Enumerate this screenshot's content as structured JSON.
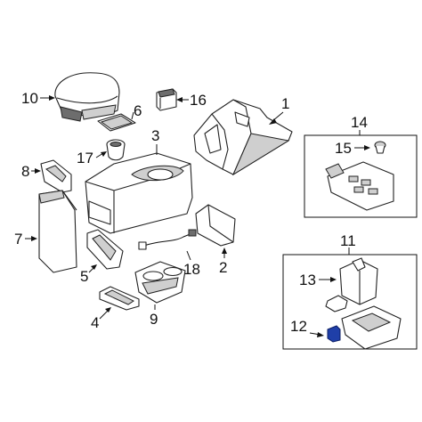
{
  "callouts": {
    "c1": "1",
    "c2": "2",
    "c3": "3",
    "c4": "4",
    "c5": "5",
    "c6": "6",
    "c7": "7",
    "c8": "8",
    "c9": "9",
    "c10": "10",
    "c11": "11",
    "c12": "12",
    "c13": "13",
    "c14": "14",
    "c15": "15",
    "c16": "16",
    "c17": "17",
    "c18": "18"
  },
  "colors": {
    "highlight": "#1f3fa8",
    "line": "#222222",
    "background": "#ffffff"
  }
}
